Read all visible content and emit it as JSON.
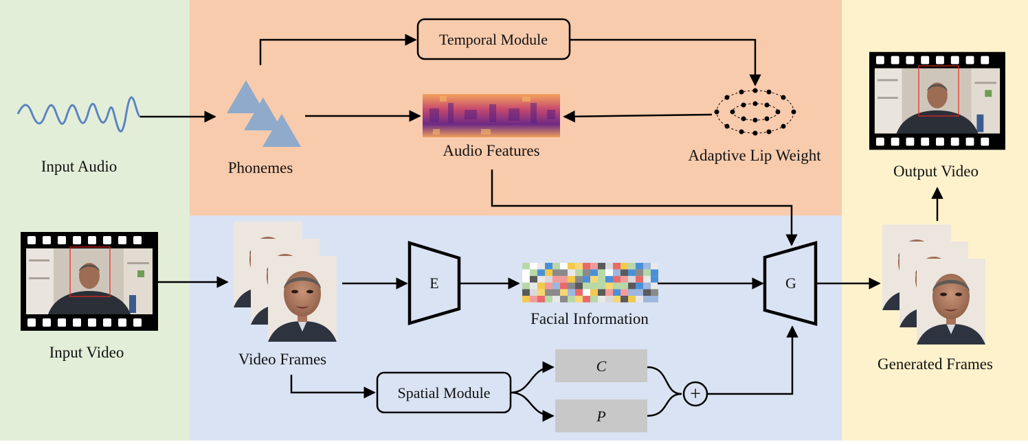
{
  "colors": {
    "input_panel": "#e3eed9",
    "audio_panel": "#f8cbad",
    "visual_panel": "#dae3f3",
    "output_panel": "#fef2cc",
    "phoneme_triangle": "#8faacb",
    "waveform": "#5b84c1",
    "feature_box": "#c8c8c8",
    "face_box": "#e8281e"
  },
  "labels": {
    "input_audio": "Input Audio",
    "input_video": "Input Video",
    "phonemes": "Phonemes",
    "temporal_module": "Temporal Module",
    "audio_features": "Audio Features",
    "adaptive_lip_weight": "Adaptive Lip Weight",
    "video_frames": "Video Frames",
    "encoder": "E",
    "facial_information": "Facial Information",
    "generator": "G",
    "spatial_module": "Spatial Module",
    "c_feature": "C",
    "p_feature": "P",
    "plus": "+",
    "generated_frames": "Generated Frames",
    "output_video": "Output Video"
  }
}
